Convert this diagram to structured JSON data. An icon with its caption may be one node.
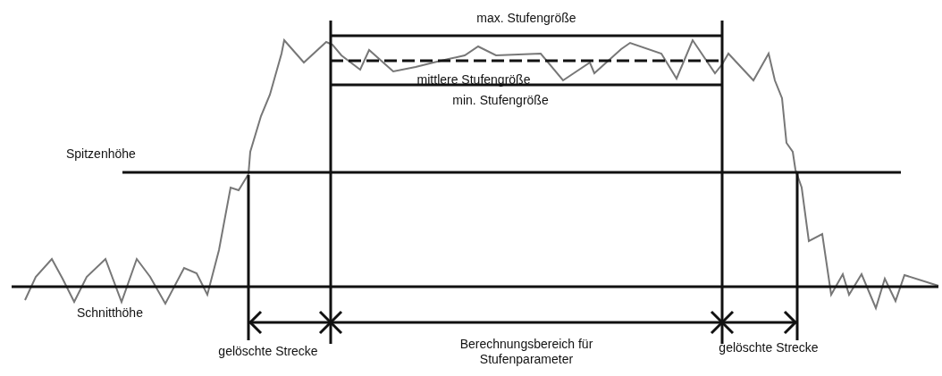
{
  "diagram": {
    "labels": [
      "max. Stufengröße",
      "mittlere Stufengröße",
      "min. Stufengröße",
      "Spitzenhöhe",
      "Schnitthöhe",
      "gelöschte Strecke",
      "Berechnungsbereich für Stufenparameter",
      "gelöschte Strecke"
    ]
  }
}
